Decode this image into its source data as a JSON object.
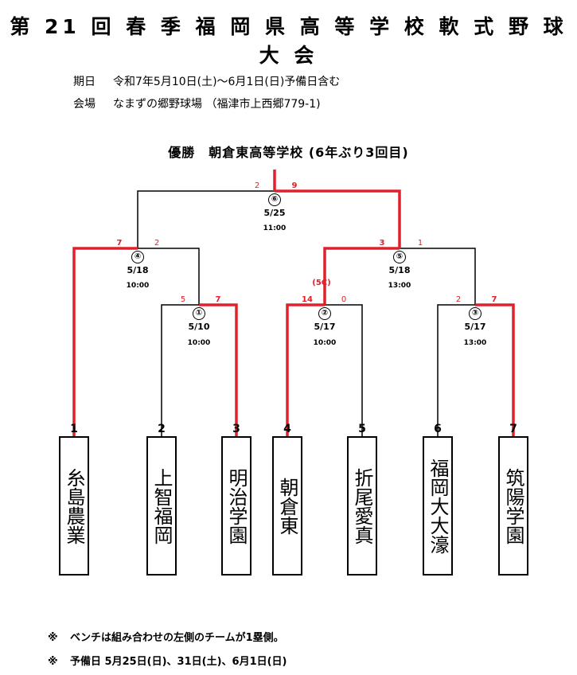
{
  "title": "第 21 回 春 季 福 岡 県 高 等 学 校 軟 式 野 球 大 会",
  "info": [
    {
      "label": "期日",
      "value": "令和7年5月10日(土)～6月1日(日)予備日含む"
    },
    {
      "label": "会場",
      "value": "なまずの郷野球場 （福津市上西郷779-1)"
    }
  ],
  "winner": "優勝　朝倉東高等学校 (6年ぶり3回目)",
  "teams": [
    {
      "num": "1",
      "name": "糸島農業"
    },
    {
      "num": "2",
      "name": "上智福岡"
    },
    {
      "num": "3",
      "name": "明治学園"
    },
    {
      "num": "4",
      "name": "朝倉東"
    },
    {
      "num": "5",
      "name": "折尾愛真"
    },
    {
      "num": "6",
      "name": "福岡大大濠"
    },
    {
      "num": "7",
      "name": "筑陽学園"
    }
  ],
  "matches": [
    {
      "id": "m1",
      "number": "①",
      "date": "5/10",
      "time": "10:00",
      "score_left": "5",
      "score_right": "7",
      "winner": "right"
    },
    {
      "id": "m2",
      "number": "②",
      "date": "5/17",
      "time": "10:00",
      "score_left": "14",
      "score_right": "0",
      "winner": "left",
      "note": "(5C)"
    },
    {
      "id": "m3",
      "number": "③",
      "date": "5/17",
      "time": "13:00",
      "score_left": "2",
      "score_right": "7",
      "winner": "right"
    },
    {
      "id": "m4",
      "number": "④",
      "date": "5/18",
      "time": "10:00",
      "score_left": "7",
      "score_right": "2",
      "winner": "left"
    },
    {
      "id": "m5",
      "number": "⑤",
      "date": "5/18",
      "time": "13:00",
      "score_left": "3",
      "score_right": "1",
      "winner": "left"
    },
    {
      "id": "m6",
      "number": "⑥",
      "date": "5/25",
      "time": "11:00",
      "score_left": "2",
      "score_right": "9",
      "winner": "right"
    }
  ],
  "notes": [
    {
      "mark": "※",
      "text": "ベンチは組み合わせの左側のチームが1塁側。"
    },
    {
      "mark": "※",
      "text": "予備日 5月25日(日)、31日(土)、6月1日(日)"
    }
  ],
  "colors": {
    "winner_line": "#e0202a",
    "line": "#000000"
  }
}
